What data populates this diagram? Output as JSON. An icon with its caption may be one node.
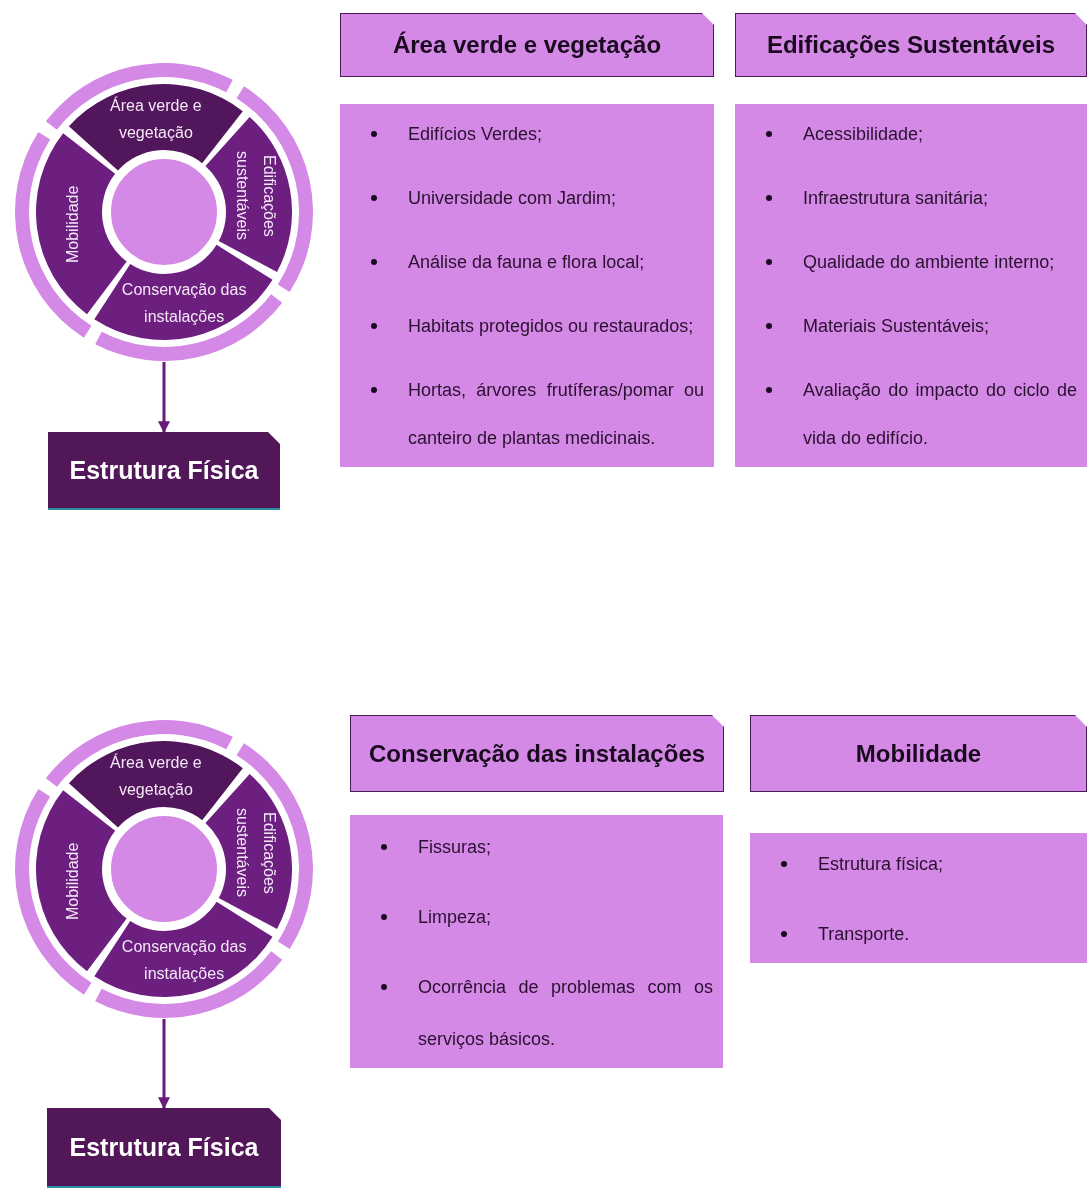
{
  "diagram": {
    "nodes": [
      {
        "text": [],
        "shape": "circle"
      },
      {
        "text": [
          "Área verde e vegetação"
        ],
        "in": 0
      },
      {
        "text": [
          "Mobilidade"
        ],
        "in": 0
      },
      {
        "text": [
          "Edificações sustentáveis"
        ],
        "in": 0
      },
      {
        "text": [
          "Conservação das instalações"
        ],
        "in": 0
      },
      {
        "text": [],
        "shape": "circle",
        "in": 0
      },
      {
        "text": [
          "Estrutura Física"
        ]
      },
      {
        "text": [
          "Área verde e vegetação"
        ]
      },
      {
        "text": [
          "Edifícios Verdes;",
          "Universidade com Jardim;",
          "Análise da fauna e flora local;",
          "Habitats protegidos ou restaurados;",
          "Hortas, árvores frutíferas/pomar ou canteiro de plantas medicinais."
        ]
      },
      {
        "text": [
          "Edificações Sustentáveis"
        ]
      },
      {
        "text": [
          "Acessibilidade;",
          "Infraestrutura sanitária;",
          "Qualidade do ambiente interno;",
          "Materiais Sustentáveis;",
          "Avaliação do impacto do ciclo de vida do edifício."
        ]
      },
      {
        "text": [],
        "shape": "circle"
      },
      {
        "text": [
          "Área verde e vegetação"
        ],
        "in": 11
      },
      {
        "text": [
          "Mobilidade"
        ],
        "in": 11
      },
      {
        "text": [
          "Edificações sustentáveis"
        ],
        "in": 11
      },
      {
        "text": [
          "Conservação das instalações"
        ],
        "in": 11
      },
      {
        "text": [],
        "shape": "circle",
        "in": 11
      },
      {
        "text": [
          "Estrutura Física"
        ]
      },
      {
        "text": [
          "Conservação das instalações"
        ]
      },
      {
        "text": [
          "Fissuras;",
          "Limpeza;",
          "Ocorrência de problemas com os serviços básicos."
        ]
      },
      {
        "text": [
          "Mobilidade"
        ]
      },
      {
        "text": [
          "Estrutura física;",
          "Transporte."
        ]
      }
    ],
    "edges": [
      {
        "from": 0,
        "to": 6,
        "arrow": "to"
      },
      {
        "from": 11,
        "to": 17,
        "arrow": "to"
      }
    ]
  }
}
